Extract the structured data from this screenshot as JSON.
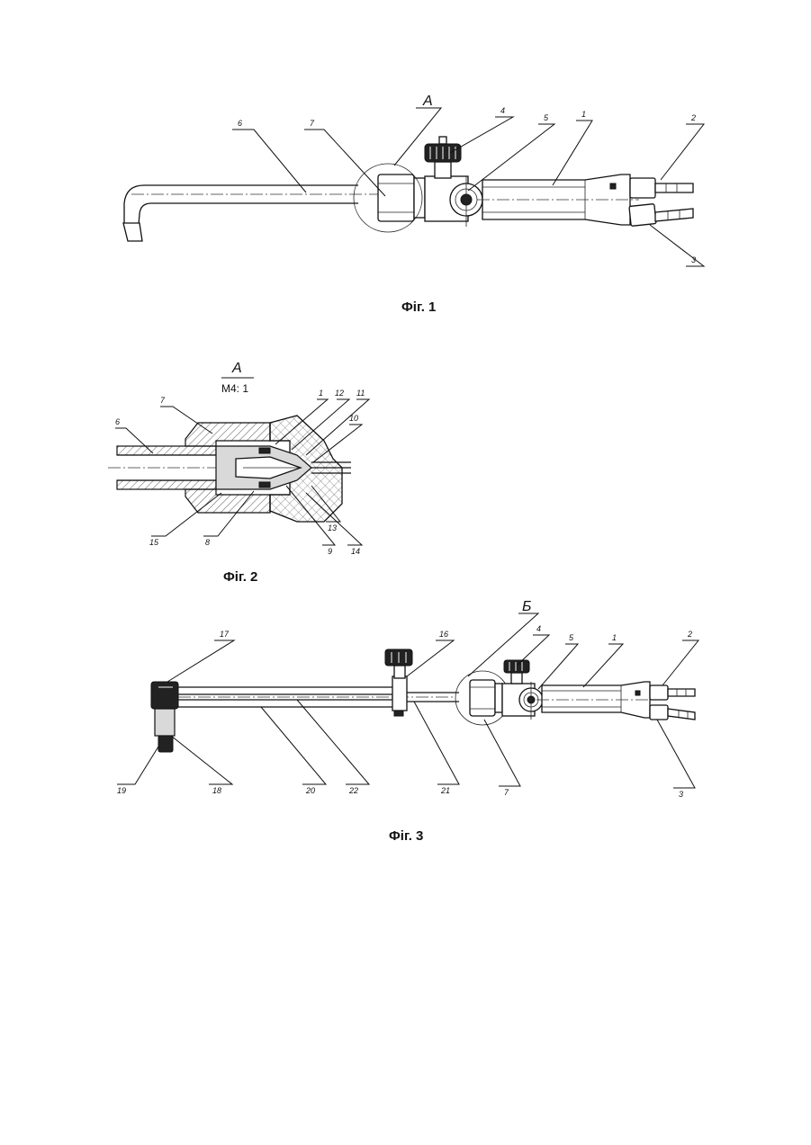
{
  "figures": {
    "fig1": {
      "caption": "Фіг. 1",
      "detail_mark": "A",
      "labels": [
        "6",
        "7",
        "4",
        "5",
        "1",
        "2",
        "3"
      ]
    },
    "fig2": {
      "caption": "Фіг. 2",
      "detail_title": "A",
      "scale": "M4: 1",
      "labels": [
        "6",
        "7",
        "1",
        "12",
        "11",
        "10",
        "15",
        "8",
        "9",
        "13",
        "14"
      ]
    },
    "fig3": {
      "caption": "Фіг. 3",
      "detail_mark": "Б",
      "labels": [
        "17",
        "16",
        "4",
        "5",
        "1",
        "2",
        "19",
        "18",
        "20",
        "22",
        "21",
        "7",
        "3"
      ]
    }
  }
}
